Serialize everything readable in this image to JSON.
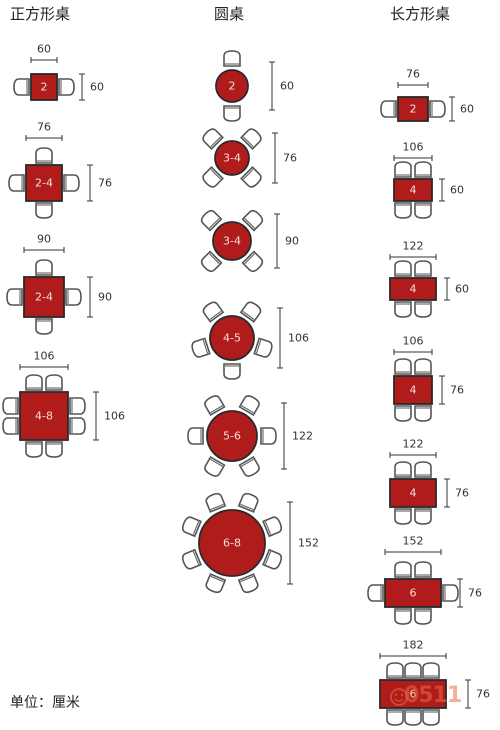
{
  "colors": {
    "table_fill": "#b01c1c",
    "table_stroke": "#2a2a2a",
    "chair_stroke": "#555555",
    "chair_fill": "#ffffff",
    "label_color": "#f3dede",
    "dim_color": "#333333"
  },
  "columns": {
    "square": {
      "title": "正方形桌"
    },
    "round": {
      "title": "圆桌"
    },
    "rect": {
      "title": "长方形桌"
    }
  },
  "tables": {
    "square": [
      {
        "seats": "2",
        "width": "60",
        "depth": "60"
      },
      {
        "seats": "2-4",
        "width": "76",
        "depth": "76"
      },
      {
        "seats": "2-4",
        "width": "90",
        "depth": "90"
      },
      {
        "seats": "4-8",
        "width": "106",
        "depth": "106"
      }
    ],
    "round": [
      {
        "seats": "2",
        "diameter": "60"
      },
      {
        "seats": "3-4",
        "diameter": "76"
      },
      {
        "seats": "3-4",
        "diameter": "90"
      },
      {
        "seats": "4-5",
        "diameter": "106"
      },
      {
        "seats": "5-6",
        "diameter": "122"
      },
      {
        "seats": "6-8",
        "diameter": "152"
      }
    ],
    "rect": [
      {
        "seats": "2",
        "width": "76",
        "depth": "60"
      },
      {
        "seats": "4",
        "width": "106",
        "depth": "60"
      },
      {
        "seats": "4",
        "width": "122",
        "depth": "60"
      },
      {
        "seats": "4",
        "width": "106",
        "depth": "76"
      },
      {
        "seats": "4",
        "width": "122",
        "depth": "76"
      },
      {
        "seats": "6",
        "width": "152",
        "depth": "76"
      },
      {
        "seats": "6",
        "width": "182",
        "depth": "76"
      }
    ]
  },
  "unit_note": "单位：厘米",
  "watermark": "0511"
}
